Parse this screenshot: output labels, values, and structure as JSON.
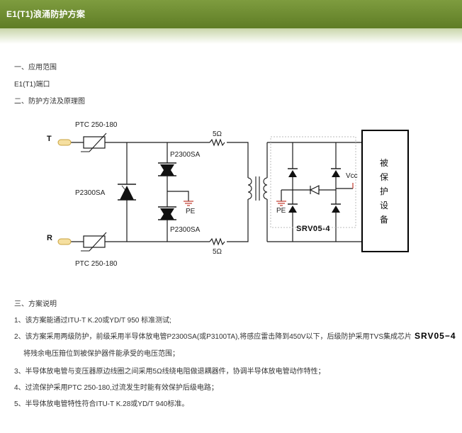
{
  "header": {
    "title": "E1(T1)浪涌防护方案"
  },
  "sections": {
    "s1": "一、应用范围",
    "s1_item": "E1(T1)端口",
    "s2": "二、防护方法及原理图",
    "s3": "三、方案说明"
  },
  "diagram": {
    "terminal_t": "T",
    "terminal_r": "R",
    "ptc_top": "PTC 250-180",
    "ptc_bottom": "PTC 250-180",
    "p2300_left": "P2300SA",
    "p2300_top": "P2300SA",
    "p2300_bottom": "P2300SA",
    "res_top": "5Ω",
    "res_bottom": "5Ω",
    "pe_left": "PE",
    "pe_right": "PE",
    "vcc": "Vcc",
    "srv": "SRV05-4",
    "device": [
      "被",
      "保",
      "护",
      "设",
      "备"
    ]
  },
  "notes": {
    "n1": "1、该方案能通过ITU-T K.20或YD/T 950 标准测试;",
    "n2": "2、该方案采用两级防护，前级采用半导体放电管P2300SA(或P3100TA),将感应雷击降到450V以下，后级防护采用TVS集成芯片",
    "n2_chip": "SRV05−4",
    "n2b": "将残余电压箝位到被保护器件能承受的电压范围；",
    "n3": "3、半导体放电管与变压器原边线圈之间采用5Ω线绕电阻做退耦器件，协调半导体放电管动作特性；",
    "n4": "4、过流保护采用PTC 250-180,过流发生时能有效保护后级电路；",
    "n5": "5、半导体放电管特性符合ITU-T K.28或YD/T 940标准。"
  }
}
